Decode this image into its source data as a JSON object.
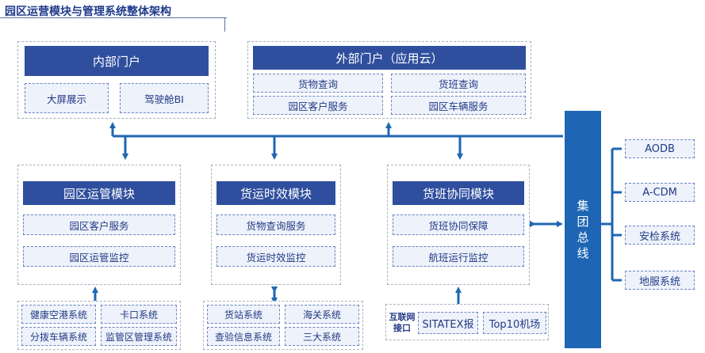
{
  "title": "园区运营模块与管理系统整体架构",
  "internal_portal": {
    "header": "内部门户",
    "items": [
      "大屏展示",
      "驾驶舱BI"
    ]
  },
  "external_portal": {
    "header": "外部门户（应用云）",
    "items": [
      "货物查询",
      "货班查询",
      "园区客户服务",
      "园区车辆服务"
    ]
  },
  "ops_module": {
    "header": "园区运管模块",
    "items": [
      "园区客户服务",
      "园区运管监控"
    ]
  },
  "cargo_module": {
    "header": "货运时效模块",
    "items": [
      "货物查询服务",
      "货运时效监控"
    ]
  },
  "flight_module": {
    "header": "货班协同模块",
    "items": [
      "货班协同保障",
      "航班运行监控"
    ]
  },
  "bus": {
    "label": "集团总线"
  },
  "right_systems": [
    "AODB",
    "A-CDM",
    "安检系统",
    "地服系统"
  ],
  "ops_subsystems": [
    "健康空港系统",
    "卡口系统",
    "分拨车辆系统",
    "监管区管理系统"
  ],
  "cargo_subsystems": [
    "货站系统",
    "海关系统",
    "查验信息系统",
    "三大系统"
  ],
  "flight_subsystems": {
    "label": "互联网接口",
    "items": [
      "SITATEX报",
      "Top10机场"
    ]
  },
  "colors": {
    "header": "#2f4f9e",
    "bus": "#1e66b3",
    "item_bg": "#eef2fa",
    "line": "#1e66b3"
  }
}
